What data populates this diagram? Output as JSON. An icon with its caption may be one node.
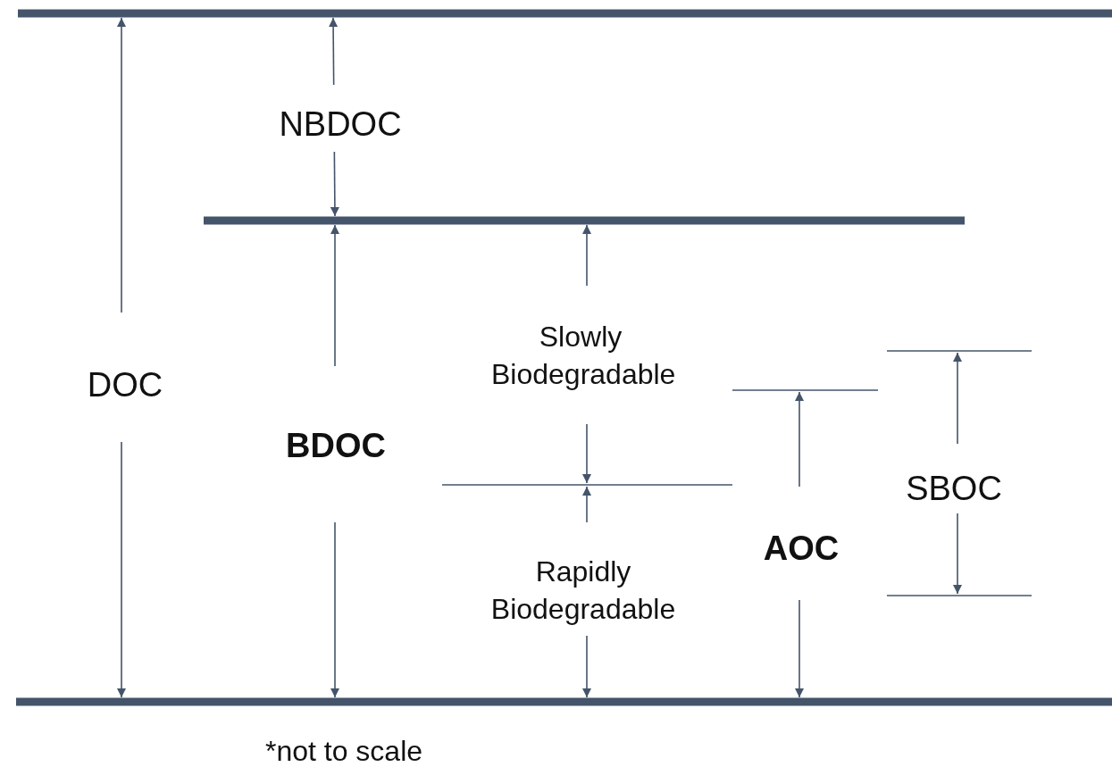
{
  "diagram": {
    "labels": [
      "NBDOC",
      "Slowly Biodegradable",
      "DOC",
      "BDOC",
      "SBOC",
      "AOC",
      "Rapidly Biodegradable",
      "*not to scale"
    ]
  }
}
